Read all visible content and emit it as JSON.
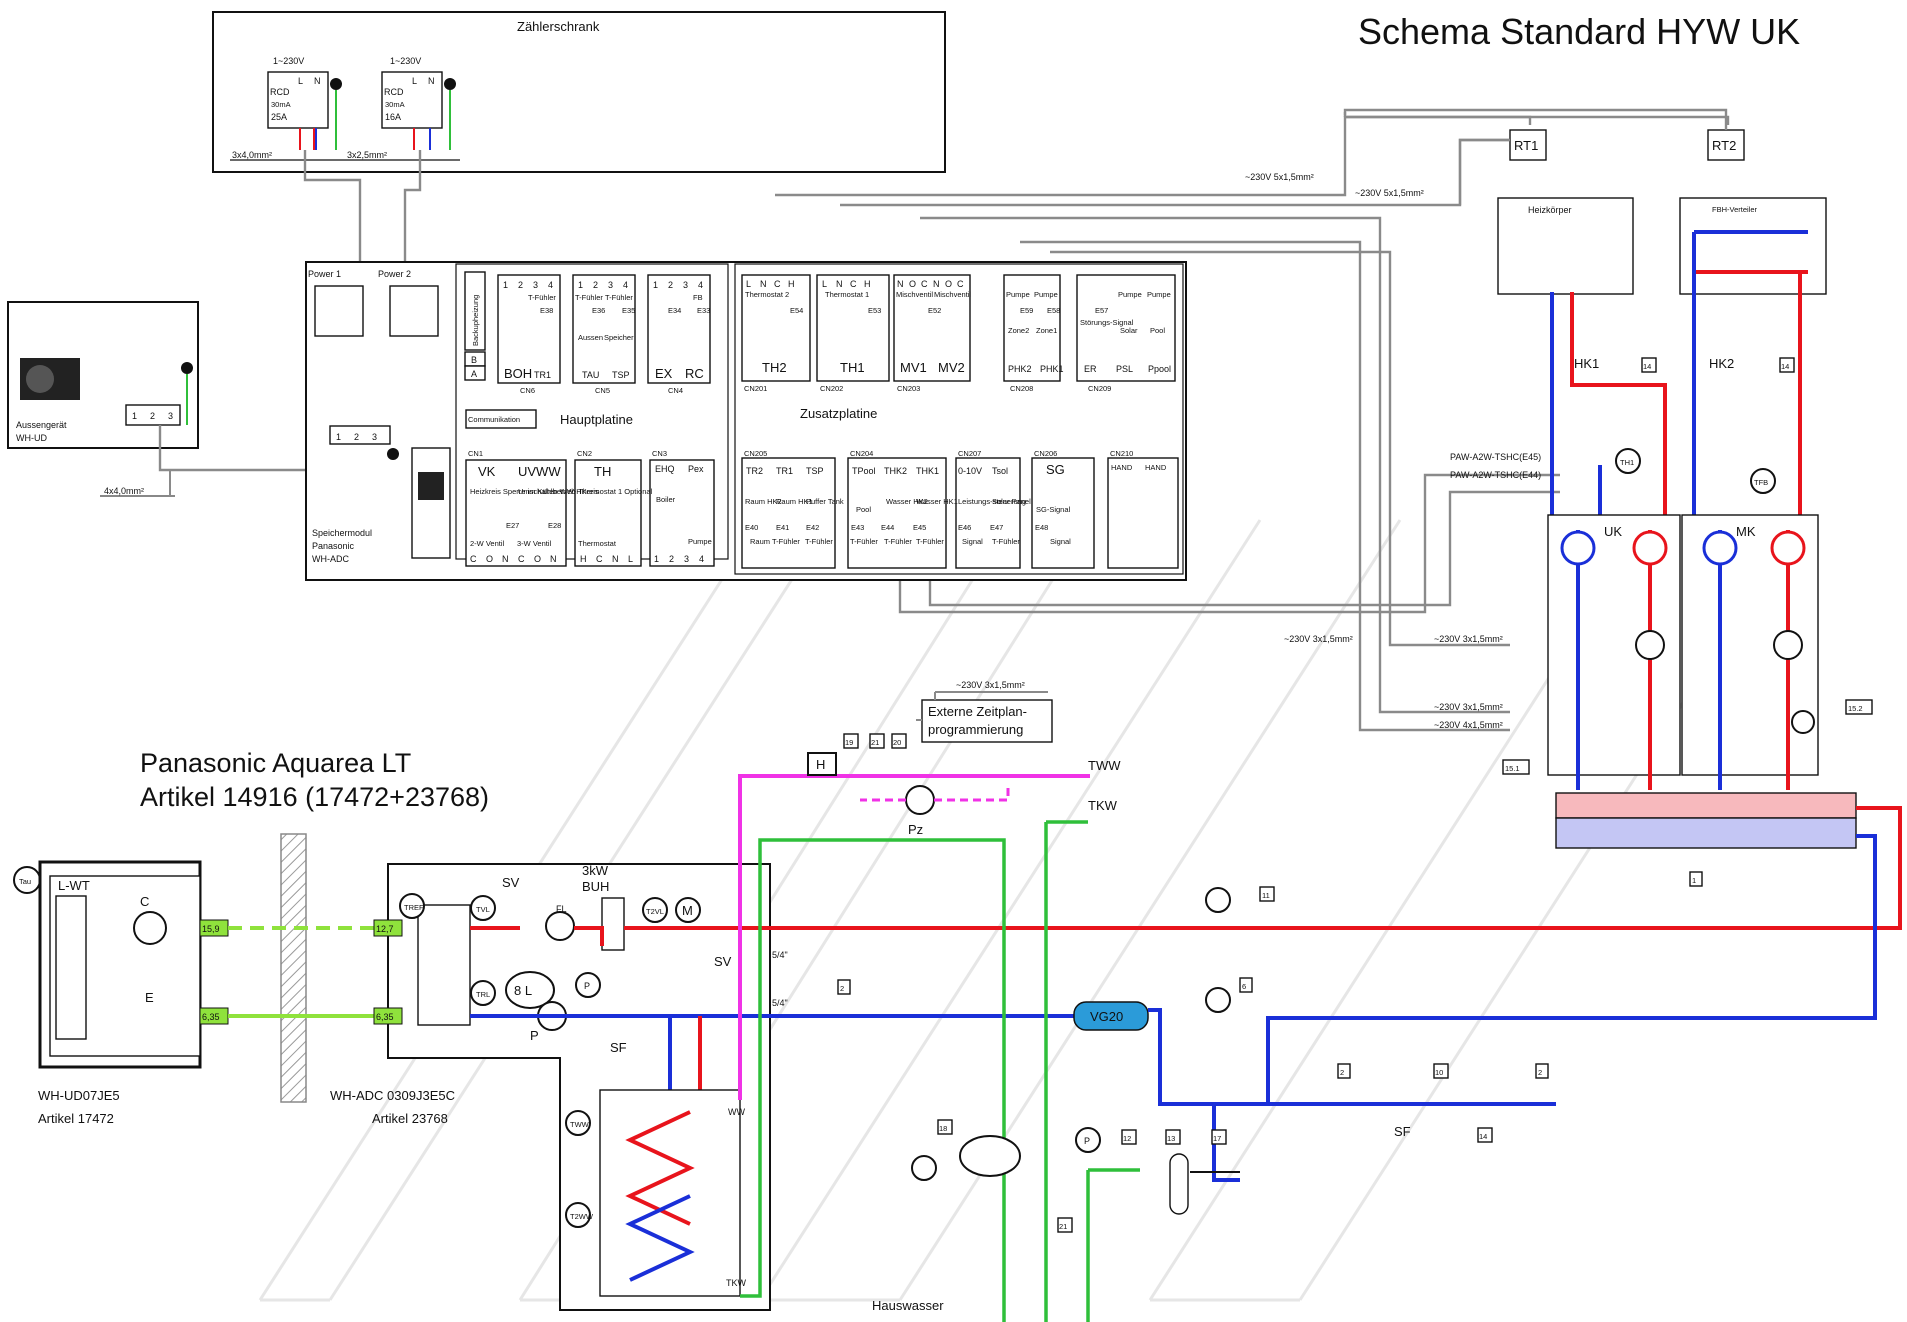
{
  "title": "Schema Standard HYW  UK",
  "cabinet": {
    "title": "Zählerschrank",
    "rcd1_voltage": "1~230V",
    "rcd2_voltage": "1~230V",
    "rcd1_rating": "25A",
    "rcd2_rating": "16A",
    "rcd_label": "RCD",
    "rcd_ma": "30mA",
    "cable1": "3x4,0mm²",
    "cable2": "3x2,5mm²",
    "l": "L",
    "n": "N"
  },
  "outdoor": {
    "label1": "Aussengerät",
    "label2": "WH-UD",
    "cable": "4x4,0mm²",
    "terms": [
      "1",
      "2",
      "3"
    ]
  },
  "module": {
    "power1": "Power 1",
    "power2": "Power 2",
    "main_board": "Hauptplatine",
    "comm": "Communikation",
    "ext_board": "Zusatzplatine",
    "storage1": "Speichermodul",
    "storage2": "Panasonic",
    "storage3": "WH-ADC",
    "backup": "Backupheizung",
    "b": "B",
    "a": "A",
    "cn6": "CN6",
    "cn5": "CN5",
    "cn4": "CN4",
    "cn1": "CN1",
    "cn2": "CN2",
    "cn3": "CN3",
    "tfuehler": "T-Fühler",
    "fb": "FB",
    "e38": "E38",
    "e36": "E36",
    "e35": "E35",
    "e34": "E34",
    "e33": "E33",
    "boh": "BOH",
    "tr1": "TR1",
    "tau": "TAU",
    "tsp": "TSP",
    "ex": "EX",
    "rc": "RC",
    "aussen": "Aussen",
    "speicher": "Speicher",
    "vk": "VK",
    "uvww": "UVWW",
    "th": "TH",
    "ehq": "EHQ",
    "pex": "Pex",
    "cn1_desc1": "Heizkreis Sperre im Kühlbetrieb",
    "cn1_desc2": "Umschalten WW-HKreis",
    "th_desc": "Thermostat 1 Optional",
    "boiler": "Boiler",
    "pumpe": "Pumpe",
    "e27": "E27",
    "e28": "E28",
    "ventil2": "2-W Ventil",
    "ventil3": "3-W Ventil",
    "thermostat": "Thermostat",
    "cn1_terms": [
      "C",
      "O",
      "N",
      "C",
      "O",
      "N"
    ],
    "cn2_terms": [
      "H",
      "C",
      "N",
      "L"
    ],
    "cn3_terms": [
      "1",
      "2",
      "3",
      "4"
    ],
    "nums": [
      "1",
      "2",
      "3",
      "4"
    ]
  },
  "ext": {
    "cn201": "CN201",
    "cn202": "CN202",
    "cn203": "CN203",
    "cn208": "CN208",
    "cn209": "CN209",
    "th2": "TH2",
    "th1": "TH1",
    "mv1": "MV1",
    "mv2": "MV2",
    "phk2": "PHK2",
    "phk1": "PHK1",
    "er": "ER",
    "psl": "PSL",
    "ppool": "Ppool",
    "thermostat2": "Thermostat 2",
    "thermostat1": "Thermostat 1",
    "mischventil": "Mischventil",
    "pumpe": "Pumpe",
    "zone2": "Zone2",
    "zone1": "Zone1",
    "stoerung": "Störungs-Signal",
    "solar": "Solar",
    "pool": "Pool",
    "e54": "E54",
    "e53": "E53",
    "e52": "E52",
    "e59": "E59",
    "e58": "E58",
    "e57": "E57",
    "cn205": "CN205",
    "cn204": "CN204",
    "cn207": "CN207",
    "cn206": "CN206",
    "cn210": "CN210",
    "tr2": "TR2",
    "tr1": "TR1",
    "tsp": "TSP",
    "tpool": "TPool",
    "thk2": "THK2",
    "thk1": "THK1",
    "v010": "0-10V",
    "tsol": "Tsol",
    "sg": "SG",
    "hand": "HAND",
    "raumhk2": "Raum HK2",
    "raumhk1": "Raum HK1",
    "puffer": "Puffer Tank",
    "poolw": "Pool",
    "wasserhk2": "Wasser HK2",
    "wasserhk1": "Wasser HK1",
    "leistung": "Leistungs-steuerung",
    "solarpanel": "Solar Panel",
    "sgsignal": "SG-Signal",
    "e40": "E40",
    "e41": "E41",
    "e42": "E42",
    "e43": "E43",
    "e44": "E44",
    "e45": "E45",
    "e46": "E46",
    "e47": "E47",
    "e48": "E48",
    "raum_tf": "Raum T-Fühler",
    "tf": "T-Fühler",
    "signal": "Signal",
    "term_lnc": [
      "L",
      "N",
      "C",
      "H"
    ],
    "term_noc": [
      "N",
      "O",
      "C",
      "N",
      "O",
      "C"
    ]
  },
  "heating": {
    "rt1": "RT1",
    "rt2": "RT2",
    "heizkoerper": "Heizkörper",
    "fbh": "FBH-Verteiler",
    "hk1": "HK1",
    "hk2": "HK2",
    "uk": "UK",
    "mk": "MK",
    "tsc45": "PAW-A2W-TSHC(E45)",
    "tsc44": "PAW-A2W-TSHC(E44)",
    "th1": "TH1",
    "tfb": "TFB",
    "cable_a": "~230V  5x1,5mm²",
    "cable_b": "~230V  5x1,5mm²",
    "cable_c": "~230V  3x1,5mm²",
    "cable_d": "~230V  3x1,5mm²",
    "cable_e": "~230V  4x1,5mm²",
    "cable_f": "~230V  3x1,5mm²",
    "n14a": "14",
    "n14b": "14",
    "n151": "15.1",
    "n152": "15.2",
    "n1": "1"
  },
  "left": {
    "title1": "Panasonic Aquarea LT",
    "title2": "Artikel 14916 (17472+23768)",
    "tau": "Tau",
    "lwt": "L-WT",
    "c": "C",
    "e": "E",
    "p159": "15,9",
    "p635a": "6,35",
    "p127": "12,7",
    "p635b": "6,35",
    "ud1": "WH-UD07JE5",
    "ud2": "Artikel  17472",
    "adc1": "WH-ADC 0309J3E5C",
    "adc2": "Artikel 23768"
  },
  "hydro": {
    "tref": "TREF",
    "tvl": "TVL",
    "trl": "TRL",
    "t2vl": "T2VL",
    "tww": "TWW",
    "t2ww": "T2WW",
    "sv1": "SV",
    "sv2": "SV",
    "fl": "FL",
    "buh1": "3kW",
    "buh2": "BUH",
    "m": "M",
    "p": "P",
    "sf": "SF",
    "vol": "8 L",
    "ww": "WW",
    "tkw": "TKW",
    "n534a": "5/4\"",
    "n534b": "5/4\"",
    "n2": "2",
    "vg20": "VG20",
    "n11": "11",
    "n6": "6",
    "zeit1": "Externe Zeitplan-",
    "zeit2": "programmierung",
    "cable_zeit": "~230V  3x1,5mm²",
    "n19": "19",
    "n21": "21",
    "n20": "20",
    "pz": "Pz",
    "h": "H",
    "twwout": "TWW",
    "tkwout": "TKW",
    "n2b": "2",
    "n10": "10",
    "n2c": "2",
    "sfb": "SF",
    "n14c": "14",
    "n18": "18",
    "n12": "12",
    "n13": "13",
    "n17": "17",
    "n21b": "21",
    "hauswasser": "Hauswasser"
  }
}
